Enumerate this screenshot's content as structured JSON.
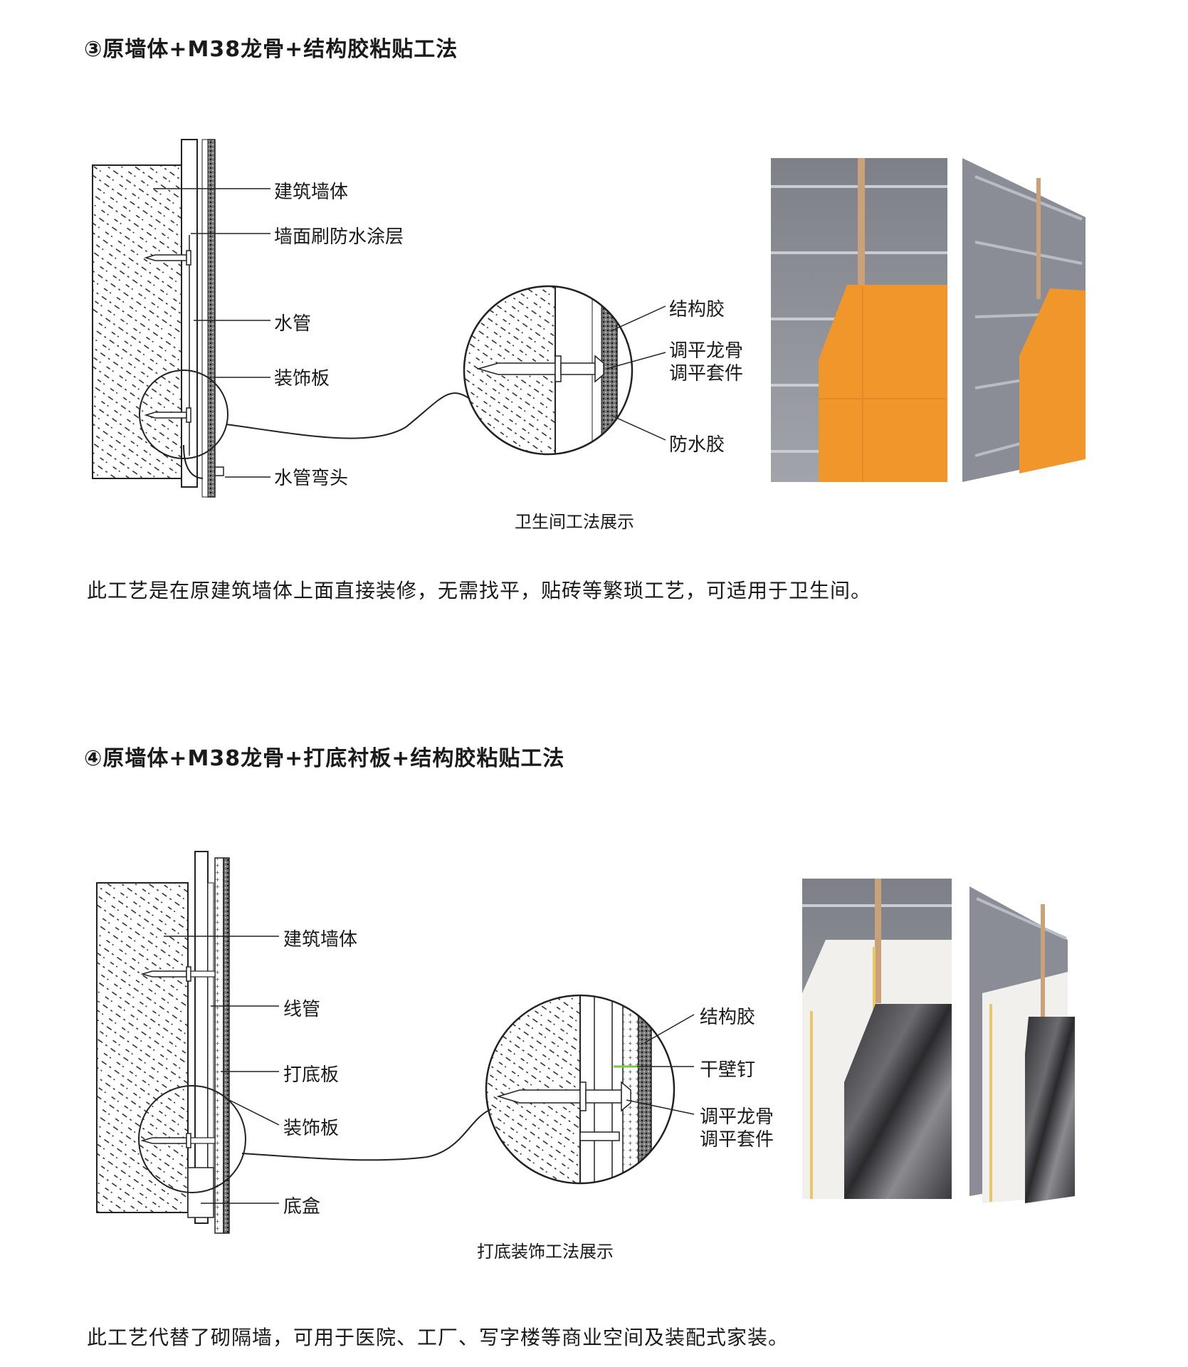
{
  "section3": {
    "title": "③原墙体+M38龙骨+结构胶粘贴工法",
    "labels": {
      "wall": "建筑墙体",
      "waterproof_coating": "墙面刷防水涂层",
      "water_pipe": "水管",
      "decor_panel": "装饰板",
      "pipe_elbow": "水管弯头"
    },
    "detail_labels": {
      "structural_glue": "结构胶",
      "leveling_keel": "调平龙骨",
      "leveling_kit": "调平套件",
      "waterproof_glue": "防水胶"
    },
    "caption": "卫生间工法展示",
    "description": "此工艺是在原建筑墙体上面直接装修，无需找平，贴砖等繁琐工艺，可适用于卫生间。"
  },
  "section4": {
    "title": "④原墙体+M38龙骨+打底衬板+结构胶粘贴工法",
    "labels": {
      "wall": "建筑墙体",
      "conduit": "线管",
      "base_board": "打底板",
      "decor_panel": "装饰板",
      "back_box": "底盒"
    },
    "detail_labels": {
      "structural_glue": "结构胶",
      "drywall_nail": "干壁钉",
      "leveling_keel": "调平龙骨",
      "leveling_kit": "调平套件"
    },
    "caption": "打底装饰工法展示",
    "description": "此工艺代替了砌隔墙，可用于医院、工厂、写字楼等商业空间及装配式家装。"
  },
  "colors": {
    "orange_panel": "#f0962a",
    "grey_wall": "#8a8d95",
    "rail": "#b8bcc4",
    "wood_strip": "#c9a27a",
    "marble_dark": "#3d3d40",
    "white_board": "#f2f0ec",
    "ink": "#1a1a1a"
  }
}
